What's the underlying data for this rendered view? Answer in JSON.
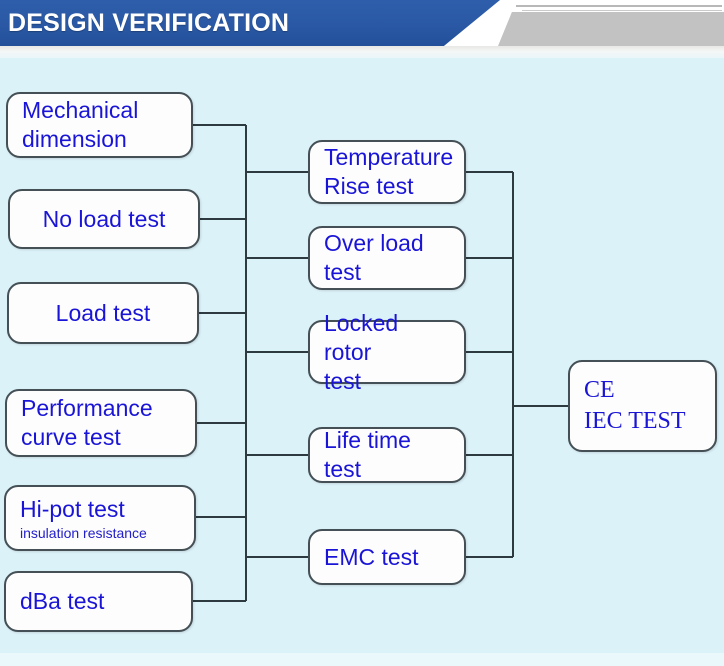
{
  "header": {
    "title": "DESIGN VERIFICATION",
    "blue_color": "#2a58a4",
    "gray_color": "#c2c2c2",
    "text_color": "#ffffff"
  },
  "theme": {
    "background": "#dcf2f9",
    "node_fill": "#fdfdfd",
    "node_border": "#445055",
    "node_text": "#1a15d6",
    "connector": "#2d3a40"
  },
  "diagram": {
    "type": "flowchart",
    "columns": [
      {
        "name": "inputs",
        "nodes": [
          {
            "id": "mechanical-dimension",
            "label": "Mechanical\ndimension",
            "sub": "",
            "align": "left"
          },
          {
            "id": "no-load-test",
            "label": "No load test",
            "sub": "",
            "align": "center"
          },
          {
            "id": "load-test",
            "label": "Load test",
            "sub": "",
            "align": "center"
          },
          {
            "id": "performance-curve-test",
            "label": "Performance\ncurve test",
            "sub": "",
            "align": "left"
          },
          {
            "id": "hi-pot-test",
            "label": "Hi-pot test",
            "sub": "insulation resistance",
            "align": "left"
          },
          {
            "id": "dba-test",
            "label": "dBa  test",
            "sub": "",
            "align": "left"
          }
        ]
      },
      {
        "name": "tests",
        "nodes": [
          {
            "id": "temperature-rise-test",
            "label": "Temperature\nRise test",
            "sub": "",
            "align": "left"
          },
          {
            "id": "over-load-test",
            "label": "Over load\ntest",
            "sub": "",
            "align": "left"
          },
          {
            "id": "locked-rotor-test",
            "label": "Locked rotor\ntest",
            "sub": "",
            "align": "left"
          },
          {
            "id": "life-time-test",
            "label": "Life time test",
            "sub": "",
            "align": "left"
          },
          {
            "id": "emc-test",
            "label": "EMC test",
            "sub": "",
            "align": "left"
          }
        ]
      },
      {
        "name": "result",
        "nodes": [
          {
            "id": "ce-iec-test",
            "label": "CE\nIEC  TEST",
            "sub": "",
            "align": "left"
          }
        ]
      }
    ]
  }
}
